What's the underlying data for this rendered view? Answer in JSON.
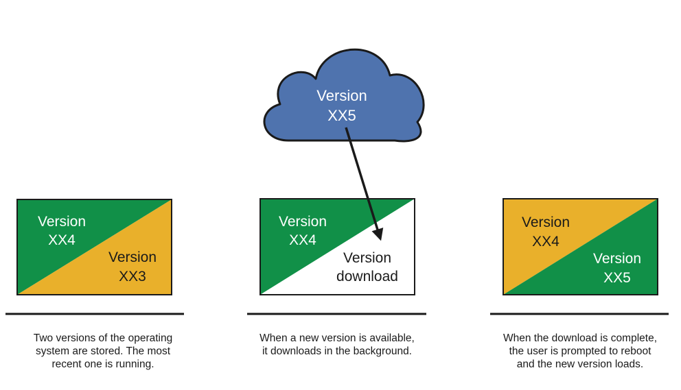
{
  "colors": {
    "green": "#119048",
    "gold": "#E9B02B",
    "cloud": "#4F73AE",
    "stroke": "#1a1a1a",
    "white": "#FFFFFF"
  },
  "cloud": {
    "label_line1": "Version",
    "label_line2": "XX5"
  },
  "stage1": {
    "top_label_line1": "Version",
    "top_label_line2": "XX4",
    "bottom_label_line1": "Version",
    "bottom_label_line2": "XX3",
    "caption_lines": [
      "Two versions of the operating",
      "system are stored. The most",
      "recent one is running."
    ]
  },
  "stage2": {
    "top_label_line1": "Version",
    "top_label_line2": "XX4",
    "bottom_label_line1": "Version",
    "bottom_label_line2": "download",
    "caption_lines": [
      "When a new version is available,",
      "it downloads in the background."
    ]
  },
  "stage3": {
    "top_label_line1": "Version",
    "top_label_line2": "XX4",
    "bottom_label_line1": "Version",
    "bottom_label_line2": "XX5",
    "caption_lines": [
      "When the download is complete,",
      "the user is prompted to reboot",
      "and the new version loads."
    ]
  }
}
